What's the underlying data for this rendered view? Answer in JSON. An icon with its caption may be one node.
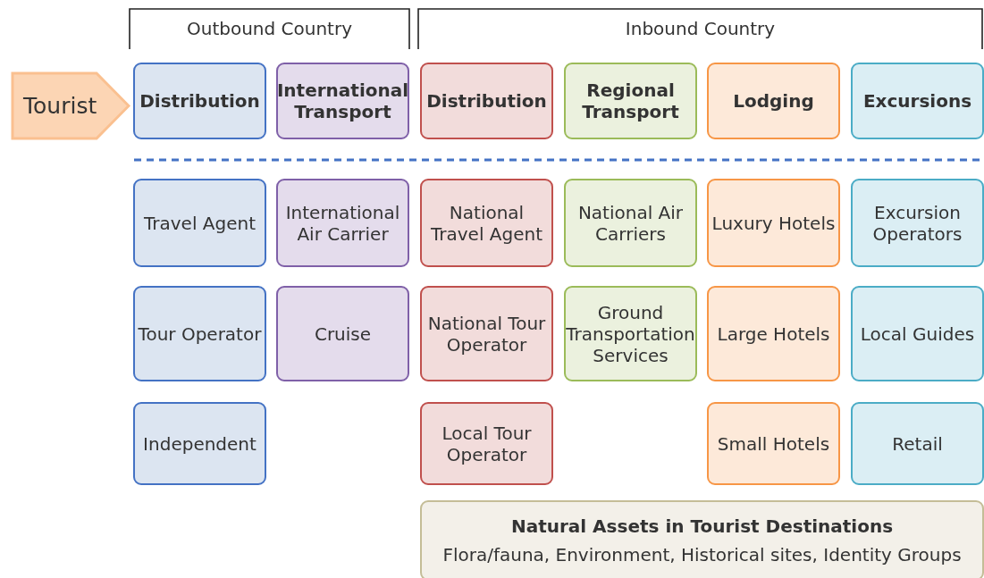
{
  "diagram": {
    "nodes": [
      {
        "text": [
          "Tourist"
        ]
      },
      {
        "text": [
          "Distribution"
        ]
      },
      {
        "text": [
          "International Transport"
        ]
      },
      {
        "text": [
          "Distribution"
        ]
      },
      {
        "text": [
          "Regional Transport"
        ]
      },
      {
        "text": [
          "Lodging"
        ]
      },
      {
        "text": [
          "Excursions"
        ]
      },
      {
        "text": [
          "Travel Agent"
        ]
      },
      {
        "text": [
          "International Air Carrier"
        ]
      },
      {
        "text": [
          "National Travel Agent"
        ]
      },
      {
        "text": [
          "National Air Carriers"
        ]
      },
      {
        "text": [
          "Luxury Hotels"
        ]
      },
      {
        "text": [
          "Excursion Operators"
        ]
      },
      {
        "text": [
          "Tour Operator"
        ]
      },
      {
        "text": [
          "Cruise"
        ]
      },
      {
        "text": [
          "National Tour Operator"
        ]
      },
      {
        "text": [
          "Ground Transportation Services"
        ]
      },
      {
        "text": [
          "Large Hotels"
        ]
      },
      {
        "text": [
          "Local Guides"
        ]
      },
      {
        "text": [
          "Independent"
        ]
      },
      {
        "text": [
          "Local Tour Operator"
        ]
      },
      {
        "text": [
          "Small Hotels"
        ]
      },
      {
        "text": [
          "Retail"
        ]
      },
      {
        "text": [
          "Natural Assets in Tourist Destinations",
          "Flora/fauna, Environment, Historical sites, Identity Groups"
        ]
      }
    ],
    "labels": [
      "Outbound Country",
      "Inbound Country"
    ]
  }
}
